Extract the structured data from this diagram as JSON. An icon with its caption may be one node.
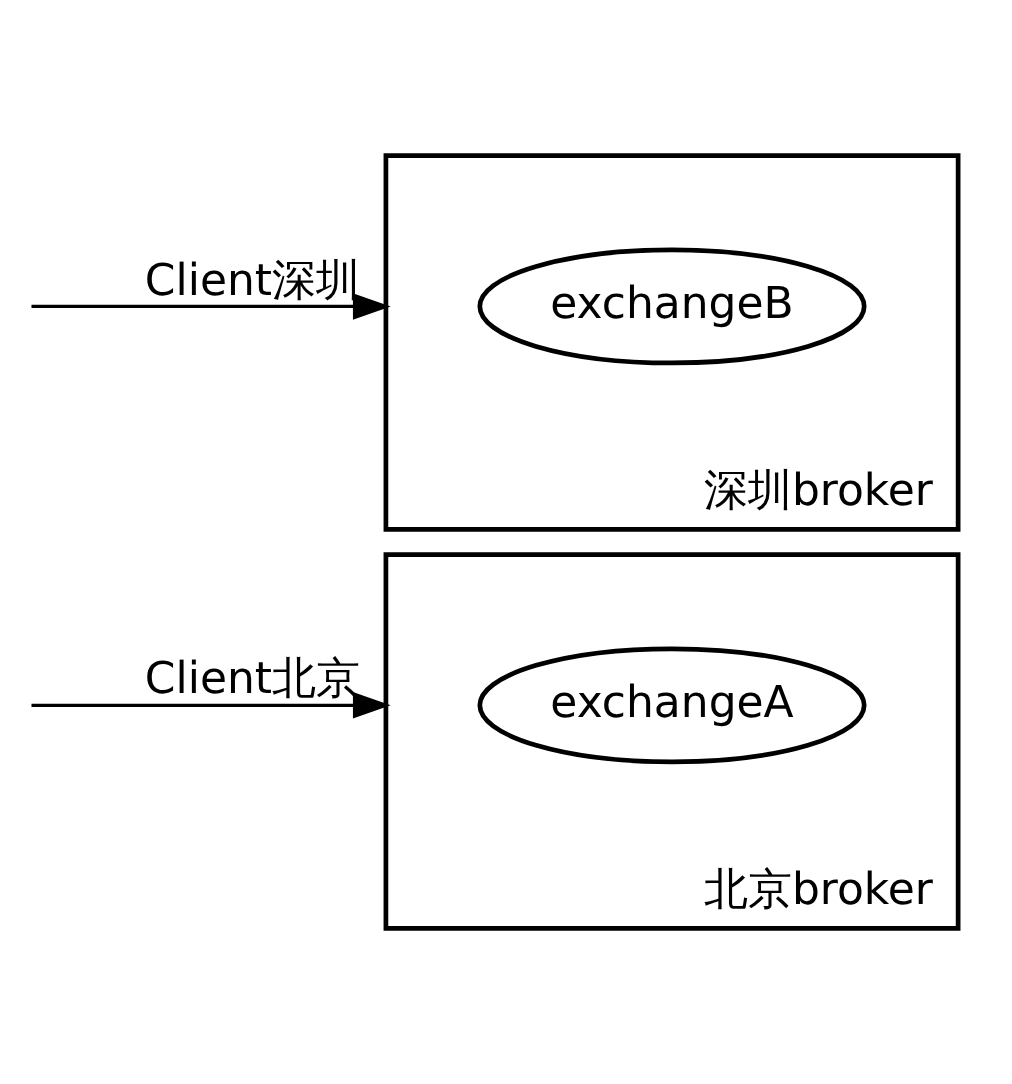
{
  "diagram": {
    "nodes": [
      {
        "text": [
          "北京broker"
        ]
      },
      {
        "text": [
          "exchangeA"
        ],
        "in": 0
      },
      {
        "text": [
          "深圳broker"
        ]
      },
      {
        "text": [
          "exchangeB"
        ],
        "in": 2
      }
    ],
    "edges": [
      {
        "from": null,
        "to": 0,
        "arrow": "to",
        "label": "Client北京"
      },
      {
        "from": null,
        "to": 2,
        "arrow": "to",
        "label": "Client深圳"
      }
    ]
  }
}
